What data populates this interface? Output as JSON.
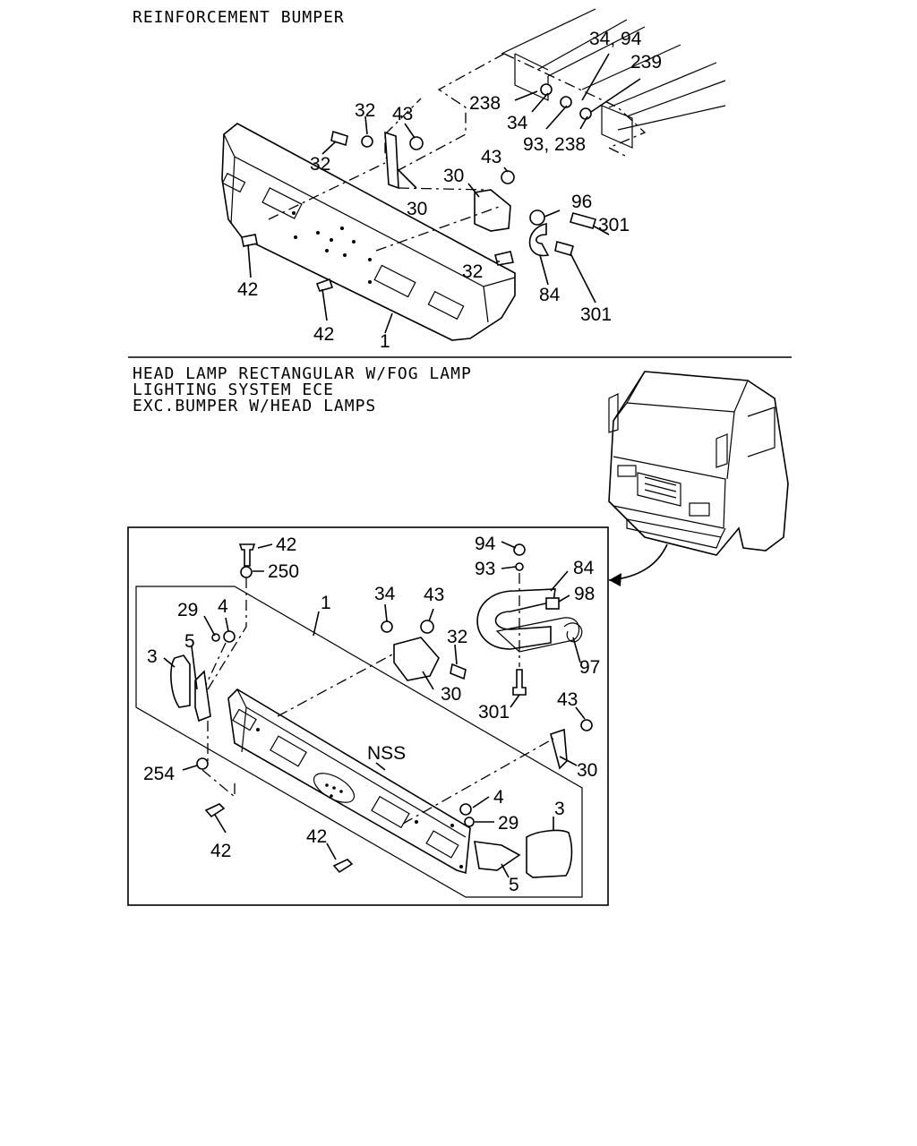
{
  "section1": {
    "title": "REINFORCEMENT BUMPER",
    "callouts": [
      {
        "id": "c1_3494",
        "text": "34, 94"
      },
      {
        "id": "c1_239",
        "text": "239"
      },
      {
        "id": "c1_238a",
        "text": "238"
      },
      {
        "id": "c1_34",
        "text": "34"
      },
      {
        "id": "c1_93238",
        "text": "93, 238"
      },
      {
        "id": "c1_32a",
        "text": "32"
      },
      {
        "id": "c1_43a",
        "text": "43"
      },
      {
        "id": "c1_32b",
        "text": "32"
      },
      {
        "id": "c1_30a",
        "text": "30"
      },
      {
        "id": "c1_43b",
        "text": "43"
      },
      {
        "id": "c1_30b",
        "text": "30"
      },
      {
        "id": "c1_96",
        "text": "96"
      },
      {
        "id": "c1_301a",
        "text": "301"
      },
      {
        "id": "c1_32c",
        "text": "32"
      },
      {
        "id": "c1_84",
        "text": "84"
      },
      {
        "id": "c1_301b",
        "text": "301"
      },
      {
        "id": "c1_42a",
        "text": "42"
      },
      {
        "id": "c1_42b",
        "text": "42"
      },
      {
        "id": "c1_1",
        "text": "1"
      }
    ]
  },
  "section2": {
    "title_lines": [
      "HEAD LAMP RECTANGULAR W/FOG LAMP",
      "LIGHTING SYSTEM ECE",
      "EXC.BUMPER W/HEAD LAMPS"
    ],
    "callouts": [
      {
        "id": "c2_42a",
        "text": "42"
      },
      {
        "id": "c2_250",
        "text": "250"
      },
      {
        "id": "c2_1",
        "text": "1"
      },
      {
        "id": "c2_29a",
        "text": "29"
      },
      {
        "id": "c2_4a",
        "text": "4"
      },
      {
        "id": "c2_5a",
        "text": "5"
      },
      {
        "id": "c2_3a",
        "text": "3"
      },
      {
        "id": "c2_34",
        "text": "34"
      },
      {
        "id": "c2_43a",
        "text": "43"
      },
      {
        "id": "c2_32",
        "text": "32"
      },
      {
        "id": "c2_30a",
        "text": "30"
      },
      {
        "id": "c2_94",
        "text": "94"
      },
      {
        "id": "c2_93",
        "text": "93"
      },
      {
        "id": "c2_84",
        "text": "84"
      },
      {
        "id": "c2_98",
        "text": "98"
      },
      {
        "id": "c2_97",
        "text": "97"
      },
      {
        "id": "c2_301",
        "text": "301"
      },
      {
        "id": "c2_43b",
        "text": "43"
      },
      {
        "id": "c2_30b",
        "text": "30"
      },
      {
        "id": "c2_254",
        "text": "254"
      },
      {
        "id": "c2_nss",
        "text": "NSS"
      },
      {
        "id": "c2_4b",
        "text": "4"
      },
      {
        "id": "c2_29b",
        "text": "29"
      },
      {
        "id": "c2_3b",
        "text": "3"
      },
      {
        "id": "c2_42b",
        "text": "42"
      },
      {
        "id": "c2_42c",
        "text": "42"
      },
      {
        "id": "c2_5b",
        "text": "5"
      }
    ]
  }
}
